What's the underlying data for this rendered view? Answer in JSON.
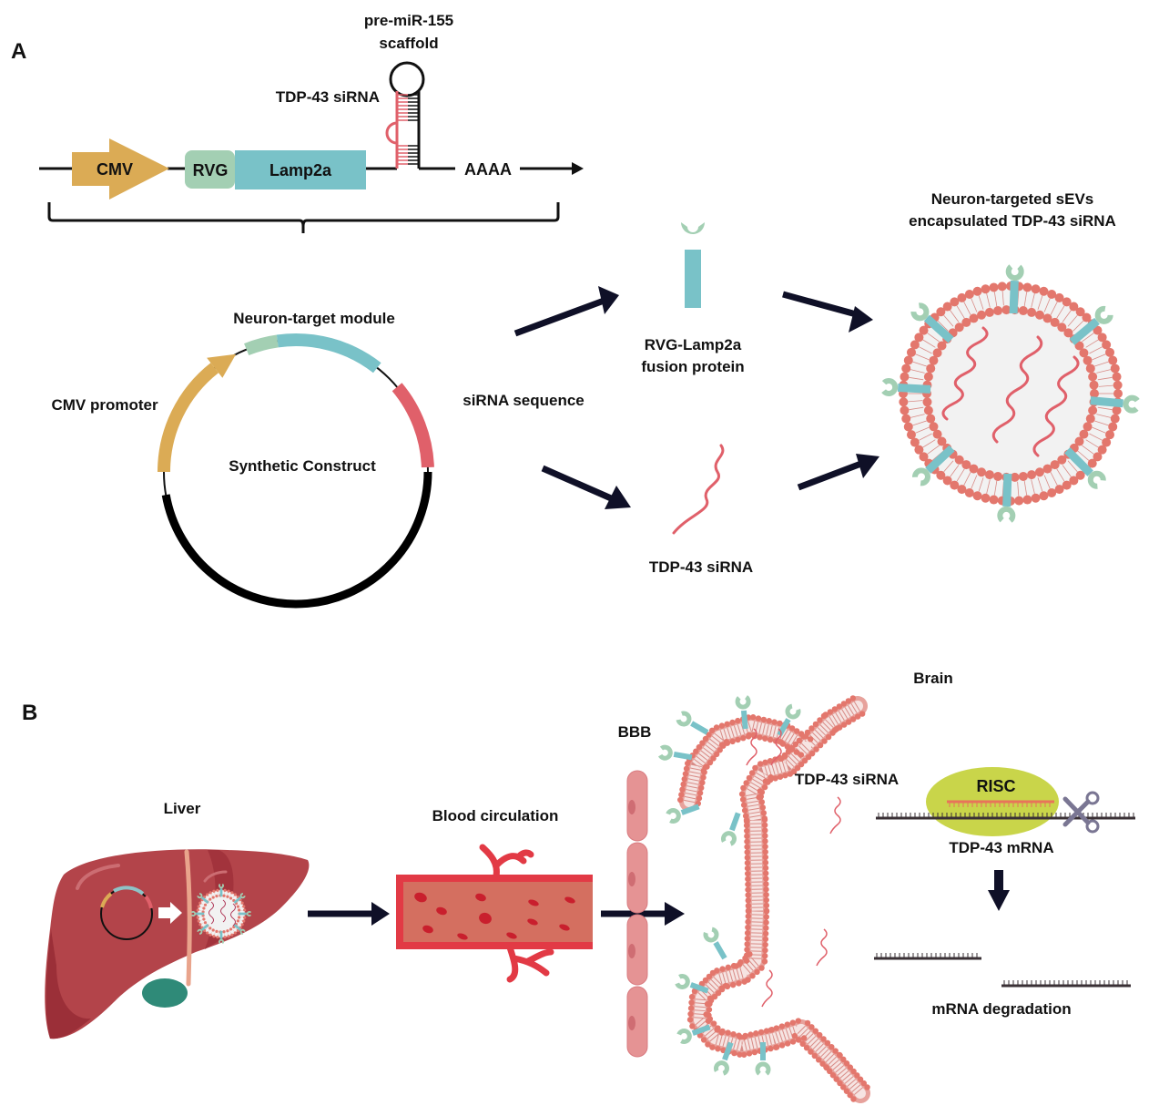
{
  "figure": {
    "panels": [
      {
        "letter": "A",
        "expression_cassette": {
          "elements": [
            "CMV",
            "RVG",
            "Lamp2a"
          ],
          "hairpin_label_line1": "pre-miR-155",
          "hairpin_label_line2": "scaffold",
          "sirna_label": "TDP-43 siRNA",
          "polya_label": "AAAA"
        },
        "plasmid": {
          "center_label": "Synthetic Construct",
          "module_label": "Neuron-target module",
          "promoter_label": "CMV promoter",
          "sirna_label": "siRNA sequence"
        },
        "products": {
          "fusion_label_line1": "RVG-Lamp2a",
          "fusion_label_line2": "fusion protein",
          "sirna_label": "TDP-43 siRNA"
        },
        "sev": {
          "title_line1": "Neuron-targeted sEVs",
          "title_line2": "encapsulated TDP-43 siRNA"
        }
      },
      {
        "letter": "B",
        "liver_label": "Liver",
        "blood_label": "Blood circulation",
        "bbb_label": "BBB",
        "brain_label": "Brain",
        "brain_sirna_label": "TDP-43 siRNA",
        "risc_label": "RISC",
        "mrna_label": "TDP-43 mRNA",
        "degradation_label": "mRNA degradation"
      }
    ],
    "colors": {
      "cmv": "#dbab55",
      "rvg": "#a3cfb3",
      "lamp2a": "#79c2c8",
      "sirna": "#e0606a",
      "membrane": "#e3776d",
      "liver": "#b3444a",
      "vessel": "#e23a45",
      "risc": "#c9d54a",
      "arrow": "#0f1027"
    }
  }
}
